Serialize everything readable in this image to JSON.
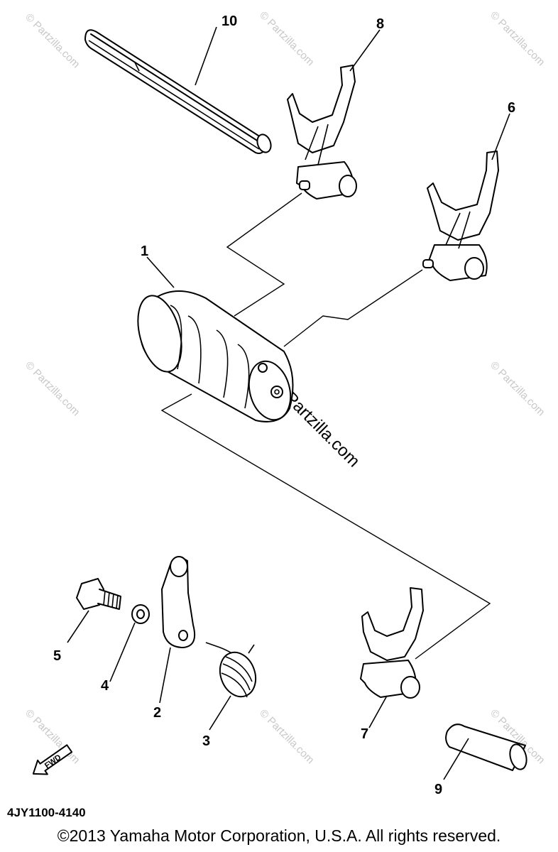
{
  "watermark": "© Partzilla.com",
  "center_watermark": "Partzilla.com",
  "parts": [
    {
      "label": "1"
    },
    {
      "label": "2"
    },
    {
      "label": "3"
    },
    {
      "label": "4"
    },
    {
      "label": "5"
    },
    {
      "label": "6"
    },
    {
      "label": "7"
    },
    {
      "label": "8"
    },
    {
      "label": "9"
    },
    {
      "label": "10"
    }
  ],
  "fwd_label": "FWD",
  "diagram_code": "4JY1100-4140",
  "copyright": "©2013 Yamaha Motor Corporation, U.S.A. All rights reserved."
}
